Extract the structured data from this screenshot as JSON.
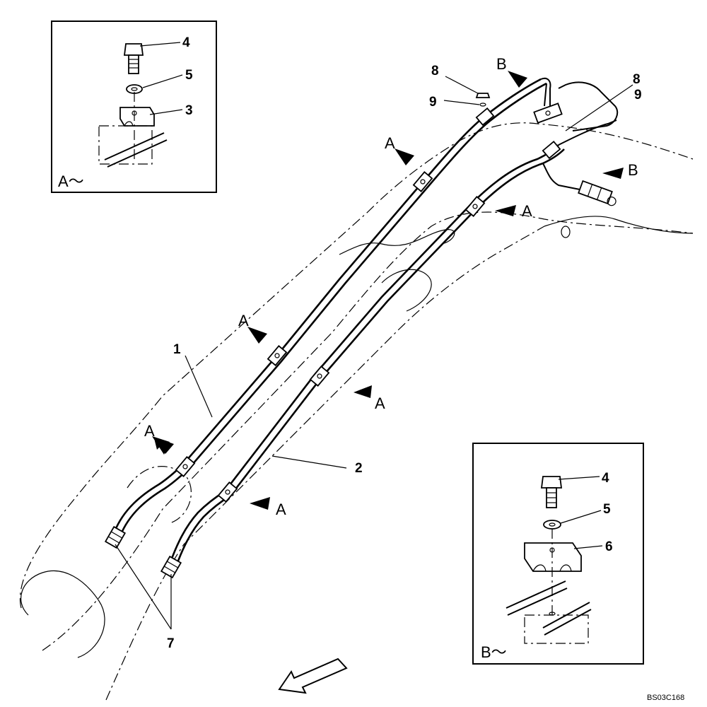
{
  "drawing": {
    "code": "BS03C168"
  },
  "callouts": {
    "hose_1": "1",
    "hose_2": "2",
    "fitting_7": "7",
    "cap_8": "8",
    "oring_9": "9",
    "label_8_9_top": "8",
    "label_8_9_bottom": "9"
  },
  "arrows": {
    "a_label": "A",
    "b_label": "B"
  },
  "detail_a": {
    "title": "A～",
    "bolt": "4",
    "washer": "5",
    "clamp": "3"
  },
  "detail_b": {
    "title": "B～",
    "bolt": "4",
    "washer": "5",
    "clamp": "6"
  }
}
